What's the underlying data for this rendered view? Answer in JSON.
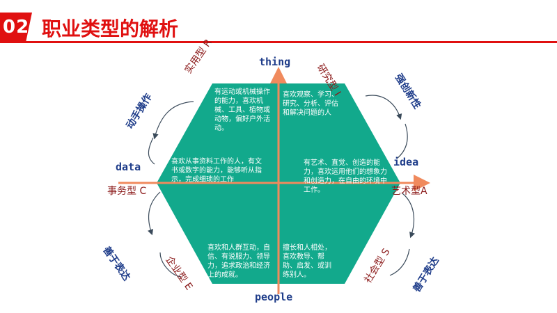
{
  "header": {
    "number": "02",
    "title": "职业类型的解析"
  },
  "axes": {
    "top": "thing",
    "bottom": "people",
    "left": "data",
    "right": "idea"
  },
  "types": {
    "R": "实用型 R",
    "I": "研究型 I",
    "A": "艺术型A",
    "S": "社会型 S",
    "E": "企业型 E",
    "C": "事务型 C"
  },
  "styles": {
    "R": "动手操作",
    "I": "强创新性",
    "A": "善于表达",
    "S": "善于表达",
    "E": "善于表达",
    "C": "善于表达"
  },
  "descriptions": {
    "R": "有运动或机械操作的能力，喜欢机械、工具、植物或动物，偏好户外活动。",
    "I": "喜欢观察、学习、研究、分析、评估和解决问题的人",
    "C": "喜欢从事资料工作的人，有文书或数字的能力，能够听从指示，完成细琐的工作",
    "A": "有艺术、直觉、创造的能力，喜欢运用他们的想象力和创造力，在自由的环境中工作。",
    "E": "喜欢和人群互动，自信、有说服力、领导力，追求政治和经济上的成就。",
    "S": "擅长和人相处，喜欢教导、帮助、启发、或训练别人。"
  },
  "colors": {
    "hexagon": "#12a98c",
    "accent": "#e01010",
    "axis": "#f08a5d",
    "label_blue": "#1f3d8a",
    "label_red": "#8b1a1a"
  }
}
